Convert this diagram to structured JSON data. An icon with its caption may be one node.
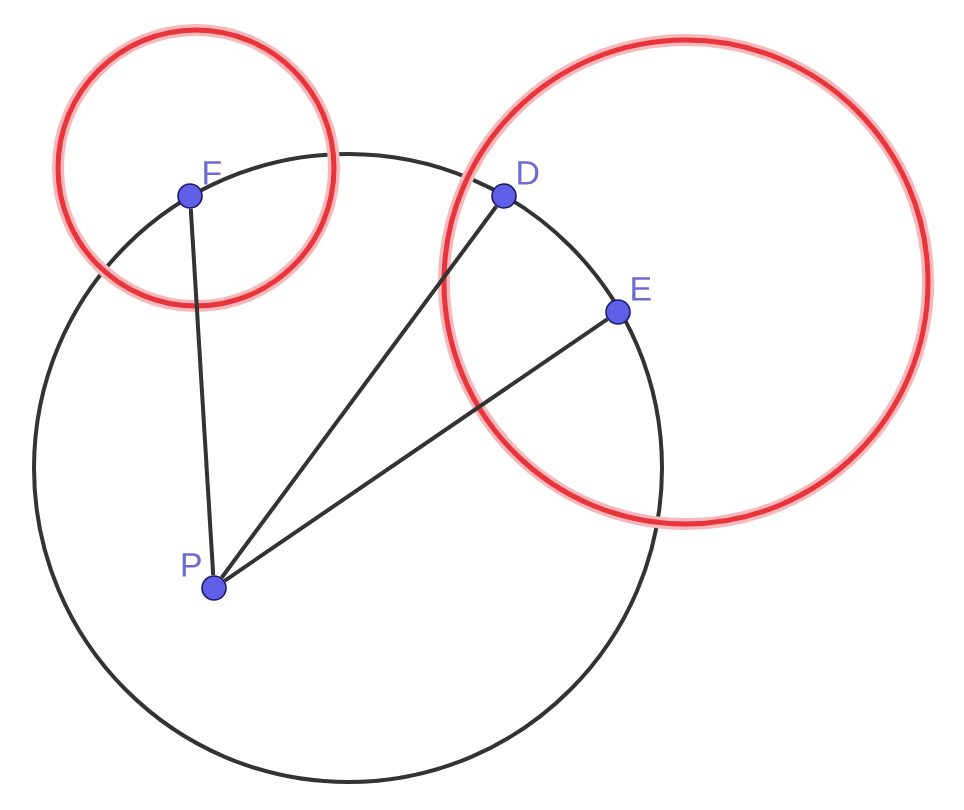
{
  "diagram": {
    "nodes": [
      {
        "text": [
          "F"
        ]
      },
      {
        "text": [
          "D"
        ]
      },
      {
        "text": [
          "E"
        ]
      },
      {
        "text": [
          "P"
        ]
      }
    ],
    "edges": [
      {
        "from": 3,
        "to": 0,
        "arrow": "none"
      },
      {
        "from": 3,
        "to": 1,
        "arrow": "none"
      },
      {
        "from": 3,
        "to": 2,
        "arrow": "none"
      }
    ]
  }
}
